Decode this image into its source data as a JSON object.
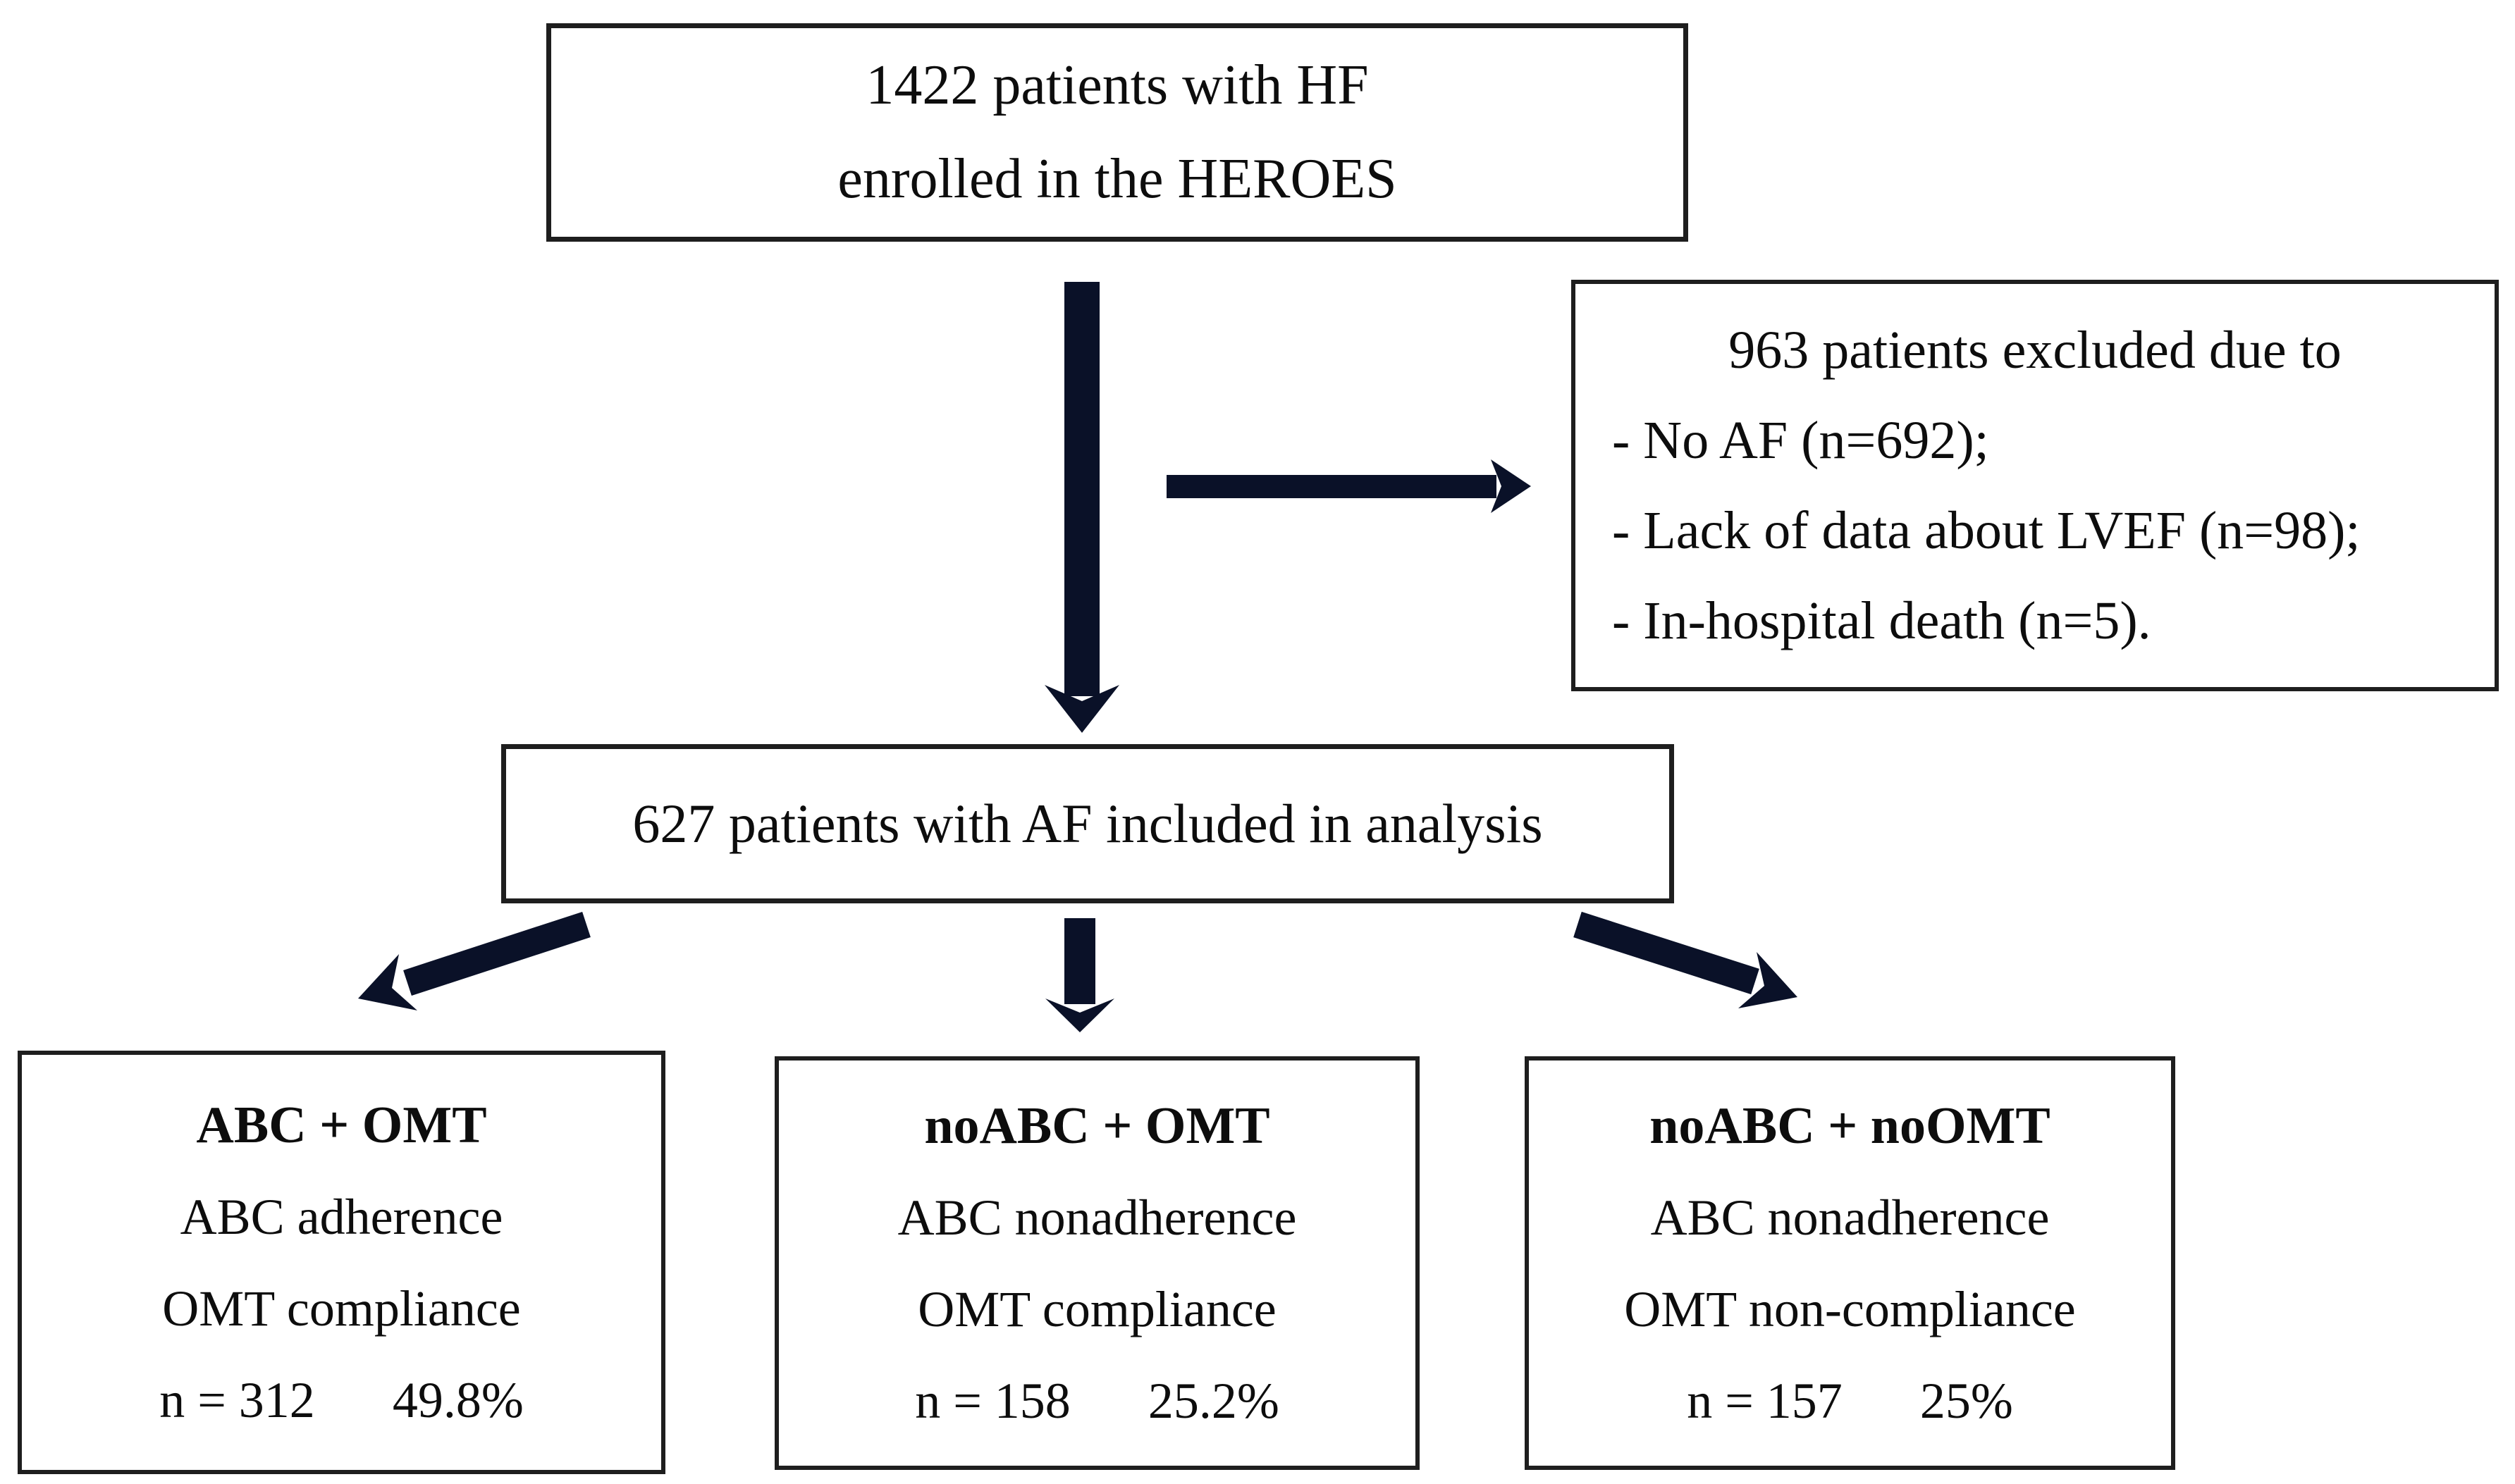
{
  "figure": {
    "background": "#ffffff",
    "border_color": "#1e1e1e",
    "text_color": "#0d0d0d",
    "arrow_color": "#0a1128"
  },
  "nodes": {
    "enrolled": {
      "line1": "1422 patients with HF",
      "line2": "enrolled in the HEROES"
    },
    "excluded": {
      "heading": "963 patients excluded due to",
      "items": [
        "- No AF (n=692);",
        "- Lack of data about LVEF (n=98);",
        "- In-hospital death (n=5)."
      ]
    },
    "included": {
      "line": "627 patients with AF included in analysis"
    },
    "group_abc_omt": {
      "title": "ABC + OMT",
      "line1": "ABC adherence",
      "line2": "OMT compliance",
      "n_label": "n = 312",
      "pct": "49.8%"
    },
    "group_noabc_omt": {
      "title": "noABC + OMT",
      "line1": "ABC nonadherence",
      "line2": "OMT compliance",
      "n_label": "n = 158",
      "pct": "25.2%"
    },
    "group_noabc_noomt": {
      "title": "noABC + noOMT",
      "line1": "ABC nonadherence",
      "line2": "OMT non-compliance",
      "n_label": "n = 157",
      "pct": "25%"
    }
  },
  "arrows": [
    {
      "id": "enrolled-to-included",
      "direction": "down"
    },
    {
      "id": "enrolled-to-excluded",
      "direction": "right"
    },
    {
      "id": "included-to-abc-omt",
      "direction": "down-left"
    },
    {
      "id": "included-to-noabc-omt",
      "direction": "down"
    },
    {
      "id": "included-to-noabc-noomt",
      "direction": "down-right"
    }
  ]
}
